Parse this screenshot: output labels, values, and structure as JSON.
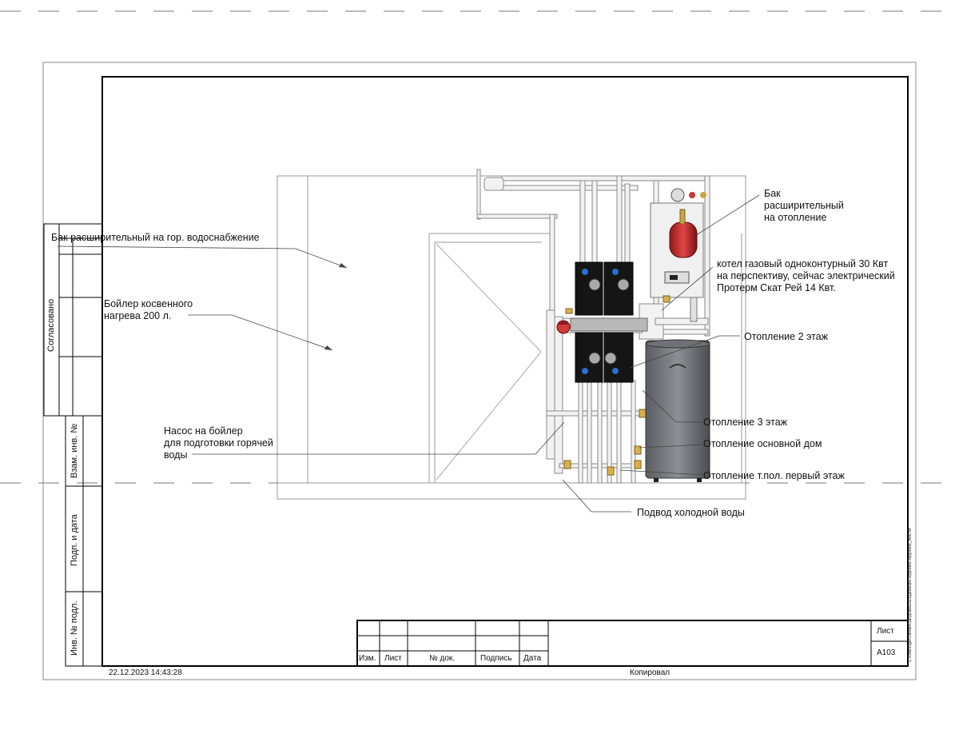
{
  "labels": {
    "tank_dhw": "Бак расширительный на гор. водоснабжение",
    "boiler": "Бойлер косвенного\nнагрева 200 л.",
    "pump": "Насос на бойлер\nдля подготовки горячей\nводы",
    "tank_heating": "Бак\nрасширительный\nна отопление",
    "gas_boiler": "котел газовый одноконтурный 30 Квт\nна перспективу, сейчас электрический\nПротерм Скат Рей 14 Квт.",
    "floor2": "Отопление 2 этаж",
    "floor3": "Отопление 3 этаж",
    "main_house": "Отопление основной дом",
    "floor_heating": "Отопление т.пол. первый этаж",
    "cold_water": "Подвод холодной воды"
  },
  "side_stamp": {
    "agreed": "Согласовано",
    "interchange": "Взам. инв. №",
    "signature_date": "Подп. и дата",
    "inventory": "Инв. № подл."
  },
  "title_block": {
    "cols": [
      "Изм.",
      "Лист",
      "№ док.",
      "Подпись",
      "Дата"
    ],
    "sheet_label": "Лист",
    "sheet_no": "A103",
    "copied": "Копировал"
  },
  "timestamp": "22.12.2023 14:43:28",
  "file_path": "C:\\Users\\igor\\Yandex\\Загрузки\\2023\\Декабрь\\Терунино\\Терунино_new.rvt"
}
